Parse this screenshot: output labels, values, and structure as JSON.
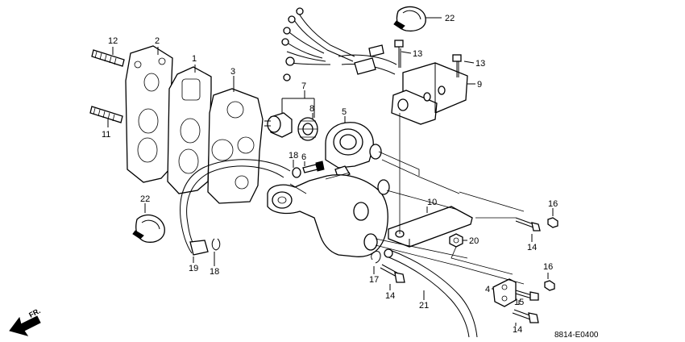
{
  "diagram": {
    "drawing_code": "8814-E0400",
    "direction_label": "FR.",
    "callouts": [
      "12",
      "2",
      "1",
      "3",
      "7",
      "8",
      "5",
      "11",
      "18",
      "6",
      "22",
      "22",
      "13",
      "13",
      "9",
      "10",
      "16",
      "14",
      "20",
      "16",
      "4",
      "15",
      "14",
      "17",
      "14",
      "21",
      "19",
      "18"
    ]
  }
}
